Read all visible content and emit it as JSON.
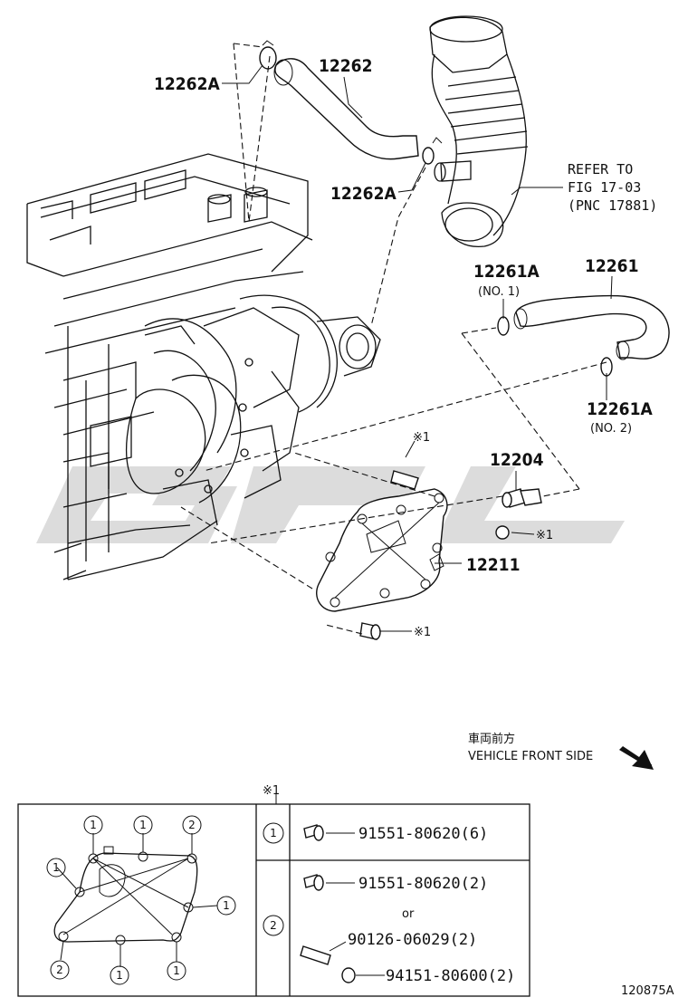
{
  "labels": {
    "p12262": "12262",
    "p12262A_top": "12262A",
    "p12262A_mid": "12262A",
    "refer_line1": "REFER TO",
    "refer_line2": "FIG 17-03",
    "refer_line3": "(PNC 17881)",
    "p12261": "12261",
    "p12261A_no1": "12261A",
    "no1": "(NO. 1)",
    "p12261A_no2": "12261A",
    "no2": "(NO. 2)",
    "p12204": "12204",
    "p12211": "12211",
    "mark": "※1"
  },
  "direction": {
    "japanese": "車両前方",
    "english": "VEHICLE FRONT SIDE"
  },
  "watermark": "GPL",
  "table": {
    "header": "※1",
    "rows": [
      {
        "key": "1",
        "items": [
          "91551-80620(6)"
        ]
      },
      {
        "key": "2",
        "items": [
          "91551-80620(2)",
          "or",
          "90126-06029(2)",
          "94151-80600(2)"
        ]
      }
    ]
  },
  "legend_diagram": {
    "circle_labels": [
      "1",
      "1",
      "2",
      "1",
      "1",
      "2",
      "1",
      "1"
    ]
  },
  "figure_id": "120875A",
  "colors": {
    "line": "#111111",
    "watermark": "#d4d4d4"
  }
}
